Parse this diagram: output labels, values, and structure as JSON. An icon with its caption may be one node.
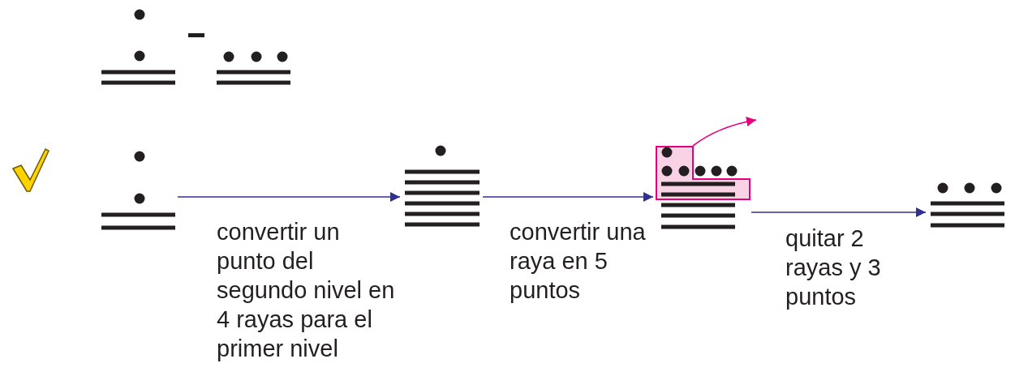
{
  "diagram": {
    "nodes": [
      {
        "text": [],
        "shape": "picture"
      },
      {
        "text": [],
        "shape": "picture"
      },
      {
        "text": [],
        "shape": "picture"
      },
      {
        "text": [],
        "shape": "picture"
      },
      {
        "text": [],
        "shape": "picture"
      },
      {
        "text": [],
        "shape": "box",
        "in": 4
      },
      {
        "text": [],
        "shape": "picture"
      }
    ],
    "edges": [
      {
        "from": 2,
        "to": 3,
        "arrow": "to",
        "label": "convertir un punto del segundo nivel en 4 rayas para el primer nivel"
      },
      {
        "from": 3,
        "to": 4,
        "arrow": "to",
        "label": "convertir una raya en 5 puntos"
      },
      {
        "from": 4,
        "to": 6,
        "arrow": "to",
        "label": "quitar 2 rayas y 3 puntos"
      },
      {
        "from": 5,
        "to": null,
        "arrow": "to",
        "color": "#e6007e"
      }
    ]
  }
}
